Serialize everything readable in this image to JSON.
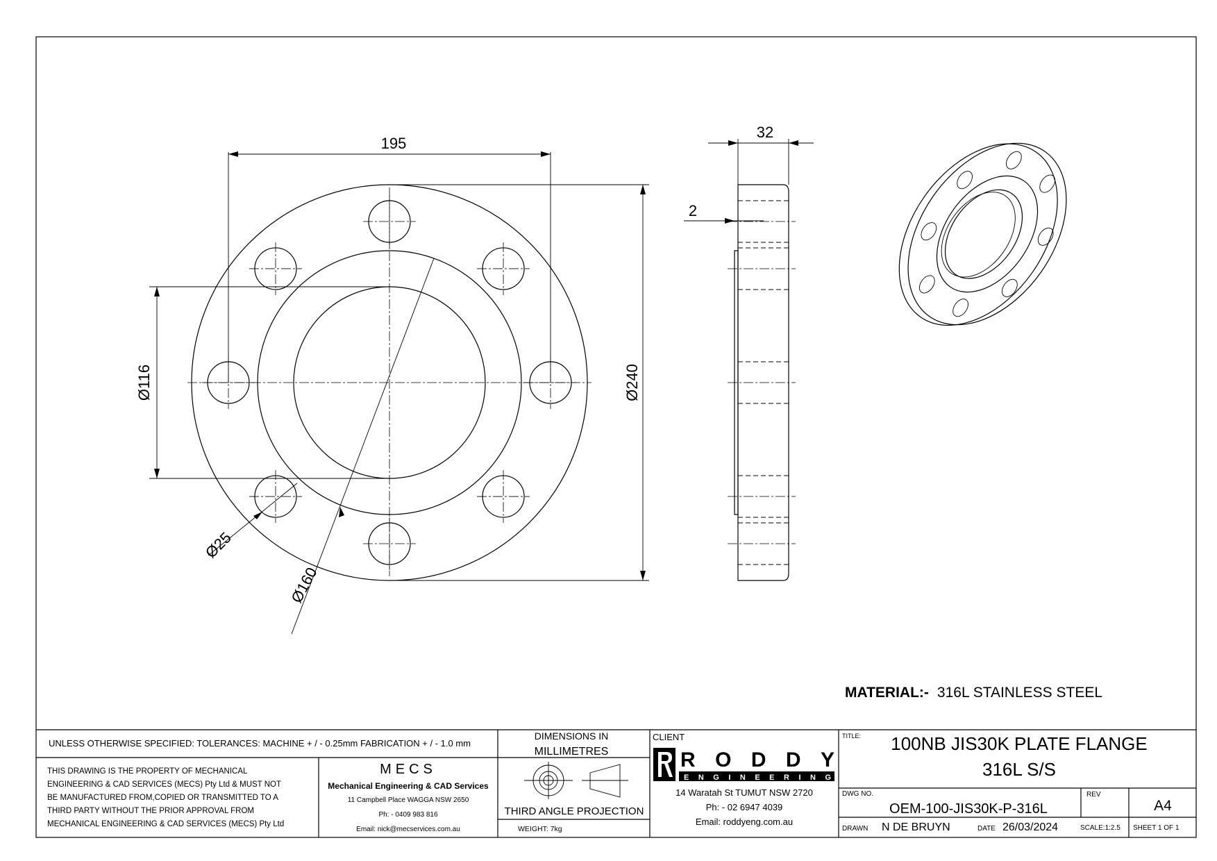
{
  "dimensions": {
    "pcd_width": "195",
    "inner_dia": "Ø116",
    "outer_dia": "Ø240",
    "hole_dia": "Ø25",
    "raised_face_dia": "Ø160",
    "thickness": "32",
    "raised_face_height": "2"
  },
  "material": {
    "label": "MATERIAL:-",
    "value": "316L STAINLESS STEEL"
  },
  "title_block": {
    "tolerances": "UNLESS OTHERWISE SPECIFIED: TOLERANCES: MACHINE + / - 0.25mm  FABRICATION + / - 1.0 mm",
    "units_line1": "DIMENSIONS IN",
    "units_line2": "MILLIMETRES",
    "property_notice": [
      "THIS DRAWING IS THE PROPERTY OF MECHANICAL",
      "ENGINEERING & CAD SERVICES (MECS) Pty Ltd & MUST NOT",
      "BE MANUFACTURED FROM,COPIED OR TRANSMITTED TO A",
      "THIRD PARTY WITHOUT THE PRIOR APPROVAL FROM",
      "MECHANICAL ENGINEERING & CAD SERVICES (MECS) Pty Ltd"
    ],
    "mecs": {
      "logo": "MECS",
      "name": "Mechanical Engineering & CAD Services",
      "address": "11 Campbell Place WAGGA NSW 2650",
      "phone": "Ph: - 0409 983 816",
      "email": "Email: nick@mecservices.com.au"
    },
    "projection": "THIRD ANGLE PROJECTION",
    "weight": "WEIGHT: 7kg",
    "client_label": "CLIENT",
    "client": {
      "logo_main": "RODDY",
      "logo_sub": "ENGINEERING",
      "address": "14 Waratah St TUMUT NSW 2720",
      "phone": "Ph: - 02 6947 4039",
      "email": "Email: roddyeng.com.au"
    },
    "title_label": "TITLE:",
    "title_line1": "100NB JIS30K PLATE FLANGE",
    "title_line2": "316L S/S",
    "dwg_label": "DWG NO.",
    "dwg_no": "OEM-100-JIS30K-P-316L",
    "rev_label": "REV",
    "rev": "",
    "size": "A4",
    "drawn_label": "DRAWN",
    "drawn": "N DE BRUYN",
    "date_label": "DATE",
    "date": "26/03/2024",
    "scale": "SCALE:1:2.5",
    "sheet": "SHEET 1 OF 1"
  }
}
